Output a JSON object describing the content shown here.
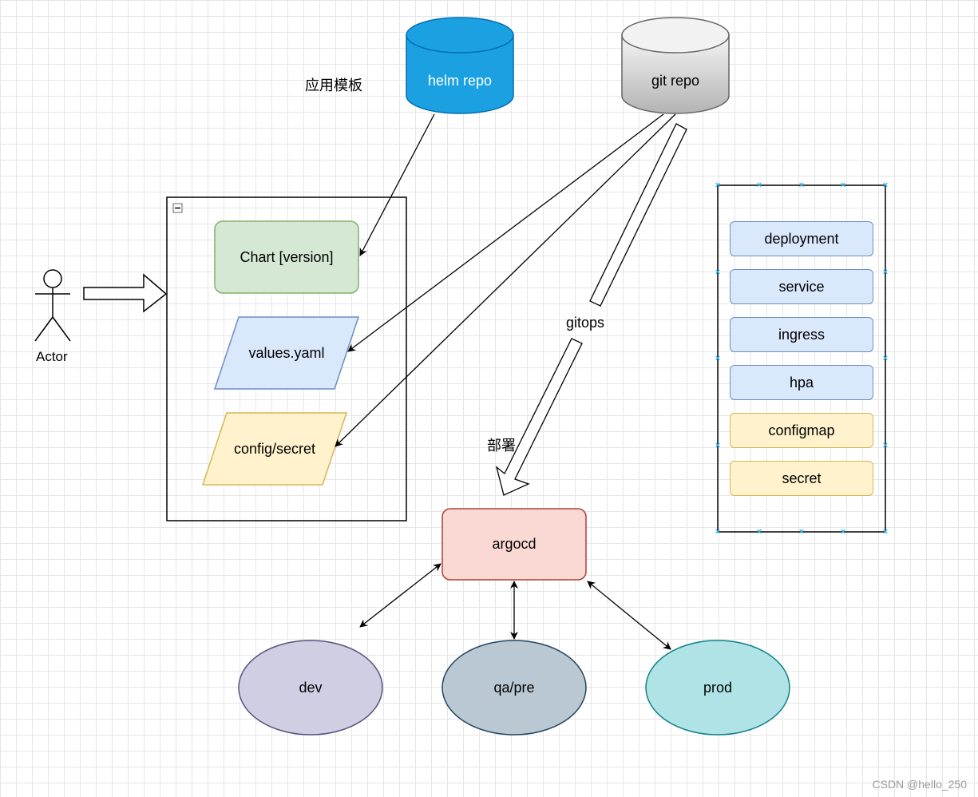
{
  "labels": {
    "app_template": "应用模板",
    "gitops": "gitops",
    "deploy": "部署",
    "actor": "Actor"
  },
  "repos": {
    "helm": "helm repo",
    "git": "git repo"
  },
  "chart_group": {
    "chart": "Chart  [version]",
    "values": "values.yaml",
    "config": "config/secret"
  },
  "argocd": "argocd",
  "environments": {
    "dev": "dev",
    "qa": "qa/pre",
    "prod": "prod"
  },
  "resources": [
    "deployment",
    "service",
    "ingress",
    "hpa",
    "configmap",
    "secret"
  ],
  "colors": {
    "helm_fill": "#1ba1e2",
    "chart_fill": "#d5e8d4",
    "values_fill": "#dae8fc",
    "config_fill": "#fff2cc",
    "argocd_fill": "#fad9d5",
    "dev_fill": "#d0cee2",
    "qa_fill": "#bac8d3",
    "prod_fill": "#b0e3e6"
  },
  "watermark": "CSDN @hello_250"
}
